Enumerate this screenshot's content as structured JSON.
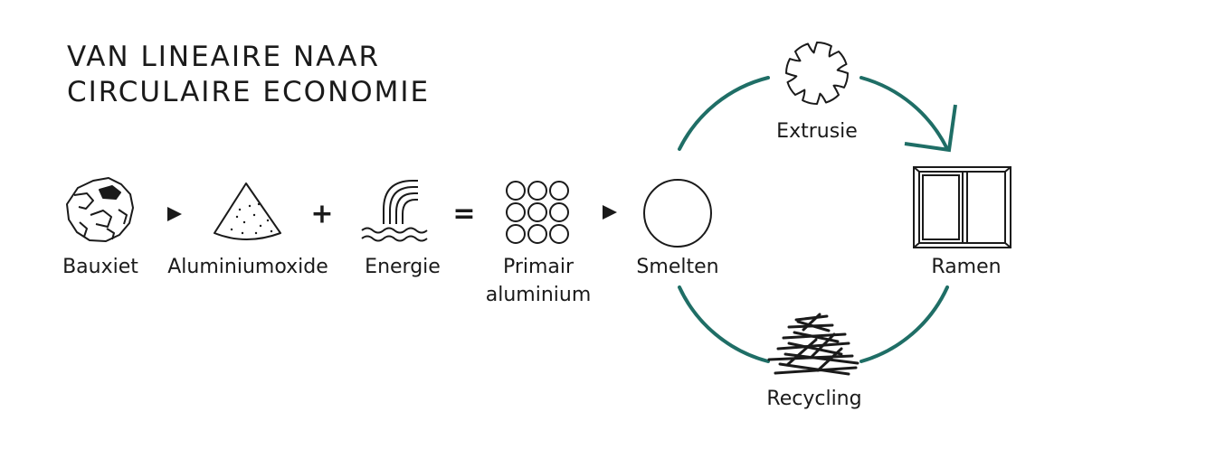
{
  "title": {
    "line1": "VAN LINEAIRE NAAR",
    "line2": "CIRCULAIRE ECONOMIE"
  },
  "steps": {
    "bauxiet": "Bauxiet",
    "aluminiumoxide": "Aluminiumoxide",
    "energie": "Energie",
    "primair_line1": "Primair",
    "primair_line2": "aluminium",
    "smelten": "Smelten",
    "extrusie": "Extrusie",
    "ramen": "Ramen",
    "recycling": "Recycling"
  },
  "operators": {
    "plus": "+",
    "equals": "="
  },
  "icons": [
    "rock-icon",
    "cone-icon",
    "waterfall-icon",
    "circles-grid-icon",
    "circle-icon",
    "gear-profile-icon",
    "window-frame-icon",
    "scrap-pile-icon",
    "arrow-right-icon"
  ],
  "colors": {
    "cycle": "#1f6e66",
    "ink": "#1a1a1a"
  }
}
